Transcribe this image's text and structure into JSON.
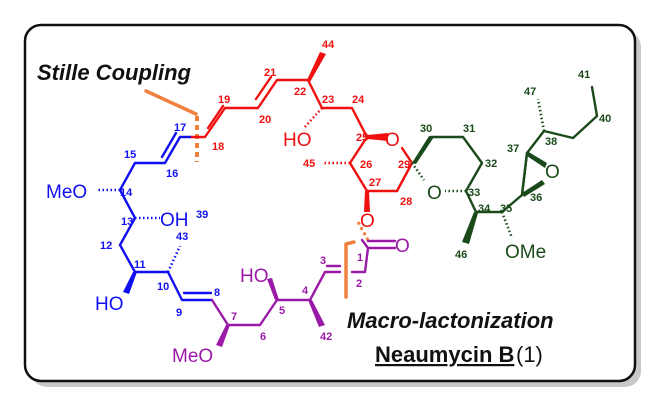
{
  "title": "Stille Coupling",
  "subtitle": "Macro-lactonization",
  "compound": {
    "name": "Neaumycin B",
    "number": "(1)"
  },
  "colors": {
    "red": "#f01010",
    "green": "#1a4a1a",
    "blue": "#1010f0",
    "purple": "#9a1aa8",
    "orange": "#f08040"
  },
  "atom_labels": {
    "meo14": "MeO",
    "oh13": "OH",
    "ho11": "HO",
    "meo7": "MeO",
    "ho5": "HO",
    "o1": "O",
    "ho23": "HO",
    "o25": "O",
    "o27": "O",
    "o33": "O",
    "o_epox": "O",
    "ome35": "OMe"
  },
  "numbers": {
    "n1": "1",
    "n2": "2",
    "n3": "3",
    "n4": "4",
    "n5": "5",
    "n6": "6",
    "n7": "7",
    "n8": "8",
    "n9": "9",
    "n10": "10",
    "n11": "11",
    "n12": "12",
    "n13": "13",
    "n14": "14",
    "n15": "15",
    "n16": "16",
    "n17": "17",
    "n18": "18",
    "n19": "19",
    "n20": "20",
    "n21": "21",
    "n22": "22",
    "n23": "23",
    "n24": "24",
    "n25": "25",
    "n26": "26",
    "n27": "27",
    "n28": "28",
    "n29": "29",
    "n30": "30",
    "n31": "31",
    "n32": "32",
    "n33": "33",
    "n34": "34",
    "n35": "35",
    "n36": "36",
    "n37": "37",
    "n38": "38",
    "n39": "39",
    "n40": "40",
    "n41": "41",
    "n42": "42",
    "n43": "43",
    "n44": "44",
    "n45": "45",
    "n46": "46",
    "n47": "47"
  }
}
